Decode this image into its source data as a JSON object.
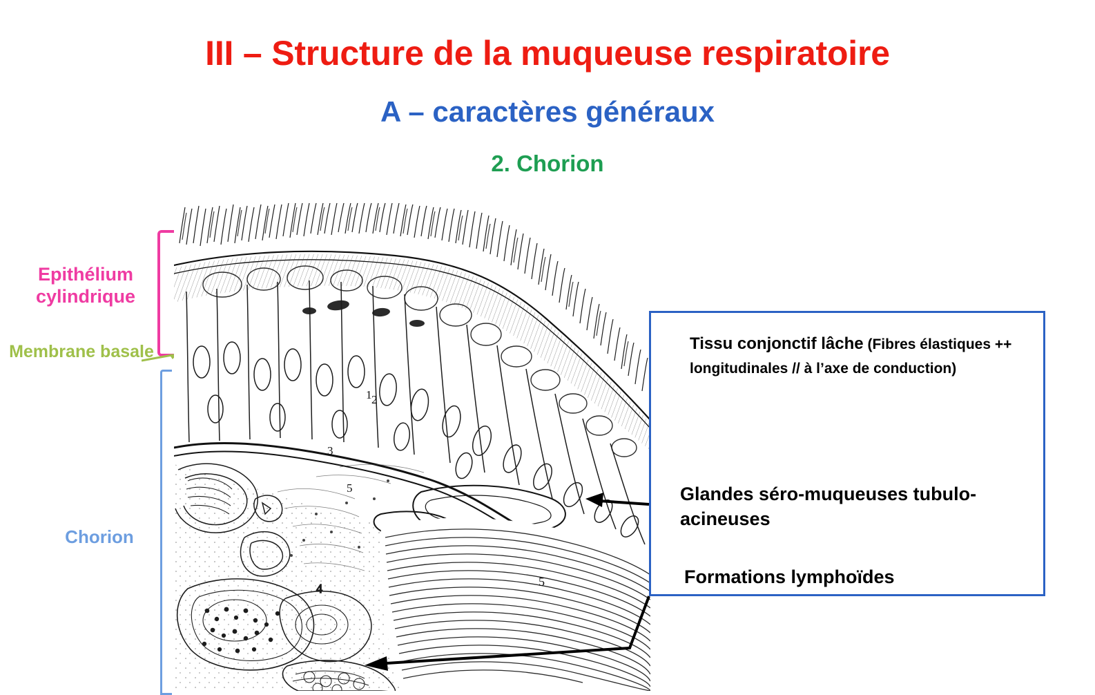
{
  "slide": {
    "title_main": "III – Structure de la muqueuse respiratoire",
    "title_sub": "A – caractères généraux",
    "title_sub2": "2. Chorion"
  },
  "labels": {
    "epithelium": "Epithélium cylindrique",
    "membrane": "Membrane basale",
    "chorion": "Chorion"
  },
  "textbox": {
    "line1_bold": "Tissu conjonctif lâche",
    "line1_rest": " (Fibres élastiques ++ longitudinales // à l’axe de conduction)",
    "line2": "Glandes séro-muqueuses tubulo-acineuses",
    "line3": "Formations lymphoïdes"
  },
  "figure": {
    "caption_numbers": [
      "1",
      "2",
      "3",
      "4",
      "5"
    ],
    "alt": "Coupe histologique de la muqueuse respiratoire : épithélium cylindrique cilié, membrane basale et chorion avec glandes séro-muqueuses"
  },
  "colors": {
    "title_main": "#ee1c12",
    "title_sub": "#2b62c4",
    "title_sub2": "#1e9e52",
    "epithelium": "#ef3ba2",
    "membrane": "#9fc04a",
    "chorion": "#6d9ee0",
    "box_border": "#2b62c4"
  }
}
